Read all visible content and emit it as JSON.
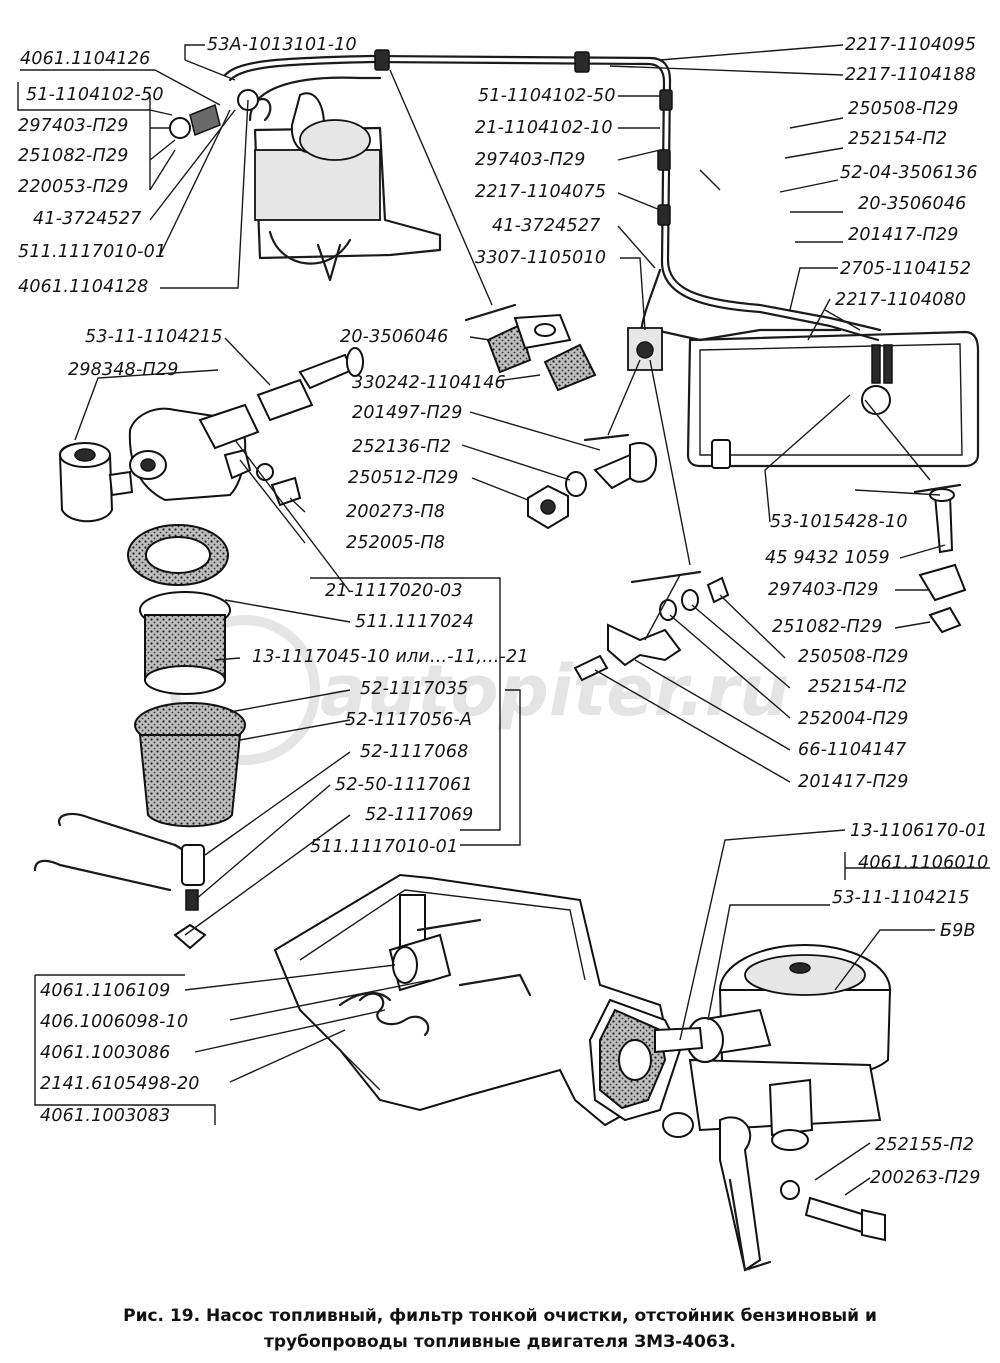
{
  "labels": {
    "l01": "4061.1104126",
    "l02": "53А-1013101-10",
    "l03": "51-1104102-50",
    "l04": "297403-П29",
    "l05": "251082-П29",
    "l06": "220053-П29",
    "l07": "41-3724527",
    "l08": "511.1117010-01",
    "l09": "4061.1104128",
    "l10": "2217-1104095",
    "l11": "2217-1104188",
    "l12": "51-1104102-50",
    "l13": "250508-П29",
    "l14": "21-1104102-10",
    "l15": "252154-П2",
    "l16": "297403-П29",
    "l17": "52-04-3506136",
    "l18": "2217-1104075",
    "l19": "20-3506046",
    "l20": "41-3724527",
    "l21": "201417-П29",
    "l22": "3307-1105010",
    "l23": "2705-1104152",
    "l24": "2217-1104080",
    "l25": "53-11-1104215",
    "l26": "20-3506046",
    "l27": "298348-П29",
    "l28": "330242-1104146",
    "l29": "201497-П29",
    "l30": "252136-П2",
    "l31": "250512-П29",
    "l32": "200273-П8",
    "l33": "53-1015428-10",
    "l34": "252005-П8",
    "l35": "45 9432 1059",
    "l36": "297403-П29",
    "l37": "21-1117020-03",
    "l38": "251082-П29",
    "l39": "511.1117024",
    "l40": "13-1117045-10 или...-11,...-21",
    "l41": "250508-П29",
    "l42": "52-1117035",
    "l43": "252154-П2",
    "l44": "52-1117056-А",
    "l45": "252004-П29",
    "l46": "52-1117068",
    "l47": "66-1104147",
    "l48": "52-50-1117061",
    "l49": "201417-П29",
    "l50": "52-1117069",
    "l51": "511.1117010-01",
    "l52": "13-1106170-01",
    "l53": "4061.1106010",
    "l54": "53-11-1104215",
    "l55": "Б9В",
    "l56": "4061.1106109",
    "l57": "406.1006098-10",
    "l58": "4061.1003086",
    "l59": "2141.6105498-20",
    "l60": "4061.1003083",
    "l61": "252155-П2",
    "l62": "200263-П29"
  },
  "watermark": "autopiter.ru",
  "caption": {
    "line1": "Рис. 19. Насос топливный, фильтр тонкой очистки, отстойник бензиновый и",
    "line2": "трубопроводы топливные двигателя ЗМЗ-4063."
  }
}
